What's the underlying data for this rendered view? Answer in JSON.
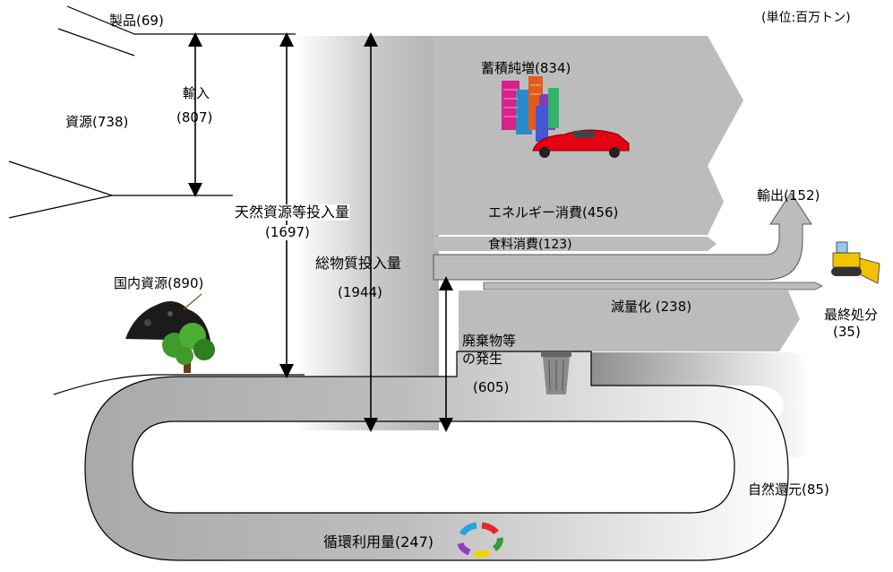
{
  "unit": "(単位:百万トン)",
  "labels": {
    "products": "製品(69)",
    "import_word": "輸入",
    "import_value": "(807)",
    "resources": "資源(738)",
    "natural_input_word": "天然資源等投入量",
    "natural_input_value": "(1697)",
    "total_input_word": "総物質投入量",
    "total_input_value": "(1944)",
    "domestic": "国内資源(890)",
    "accumulation": "蓄積純増(834)",
    "energy": "エネルギー消費(456)",
    "food": "食料消費(123)",
    "export": "輸出(152)",
    "reduction": "減量化 (238)",
    "final_disposal_word": "最終処分",
    "final_disposal_value": "(35)",
    "waste_word_1": "廃棄物等",
    "waste_word_2": "の発生",
    "waste_value": "(605)",
    "natural_return": "自然還元(85)",
    "recycling": "循環利用量(247)"
  },
  "colors": {
    "flow_gray": "#b9b9b9",
    "flow_light": "#ffffff",
    "line": "#000000",
    "tree_green": "#3f9b2b",
    "car_red": "#e60012"
  },
  "icons": [
    "buildings-icon",
    "car-icon",
    "coal-heap-icon",
    "tree-icon",
    "trash-can-icon",
    "bulldozer-icon",
    "recycle-arrows-icon"
  ]
}
